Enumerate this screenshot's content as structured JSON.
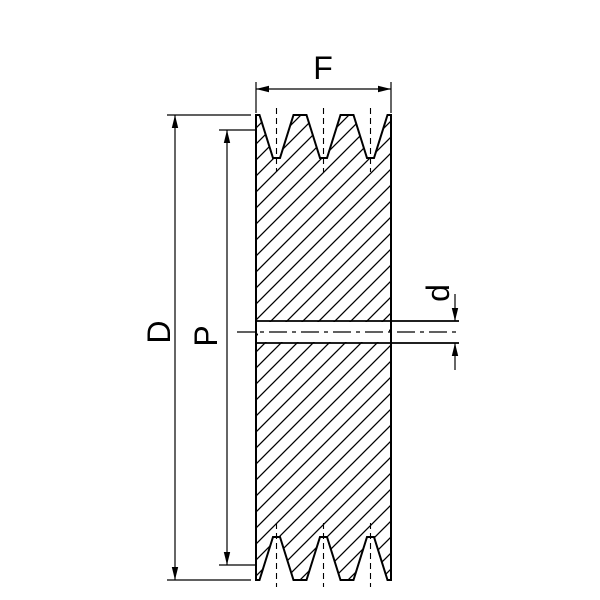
{
  "drawing": {
    "labels": {
      "face_width": "F",
      "outer_diameter": "D",
      "pitch_diameter": "P",
      "bore_diameter": "d"
    },
    "groove_count": 3,
    "colors": {
      "line": "#000000",
      "background": "#ffffff"
    }
  }
}
